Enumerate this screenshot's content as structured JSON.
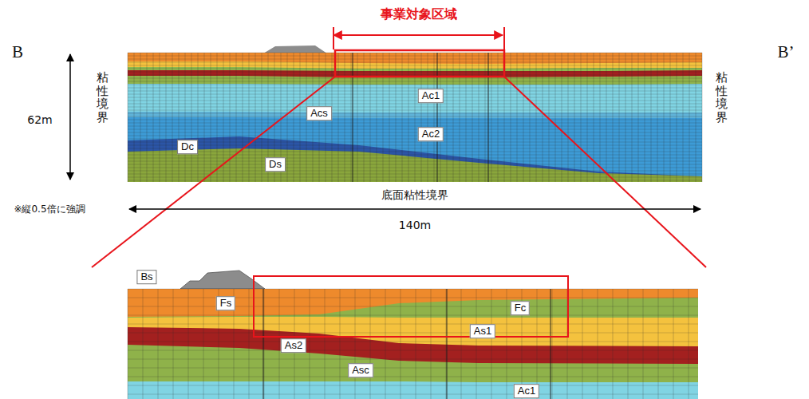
{
  "diagram": {
    "labels": [
      "B",
      "B’",
      "事業対象区域",
      "粘性境界",
      "粘性境界",
      "62m",
      "Ac1",
      "Acs",
      "Ac2",
      "Dc",
      "Ds",
      "底面粘性境界",
      "140m",
      "※縦0.5倍に強調",
      "Bs",
      "Fs",
      "Fc",
      "As1",
      "As2",
      "Asc",
      "Ac1"
    ]
  }
}
